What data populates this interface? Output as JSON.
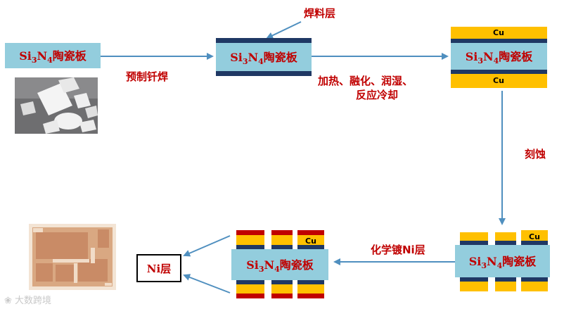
{
  "substrate": {
    "si": "Si",
    "sub3": "3",
    "n": "N",
    "sub4": "4",
    "suffix": "陶瓷板"
  },
  "labels": {
    "brazing": "预制钎焊",
    "solder_layer": "焊料层",
    "process_line1": "加热、融化、润湿、",
    "process_line2": "反应冷却",
    "etching": "刻蚀",
    "plating": "化学镀Ni层",
    "ni_layer": "Ni层",
    "cu": "Cu"
  },
  "watermark": "大数跨境",
  "colors": {
    "ceramic": "#93cddd",
    "solder": "#1f3864",
    "copper": "#ffc000",
    "nickel": "#c00000",
    "arrow": "#4f8fbf",
    "label_red": "#c00000"
  }
}
